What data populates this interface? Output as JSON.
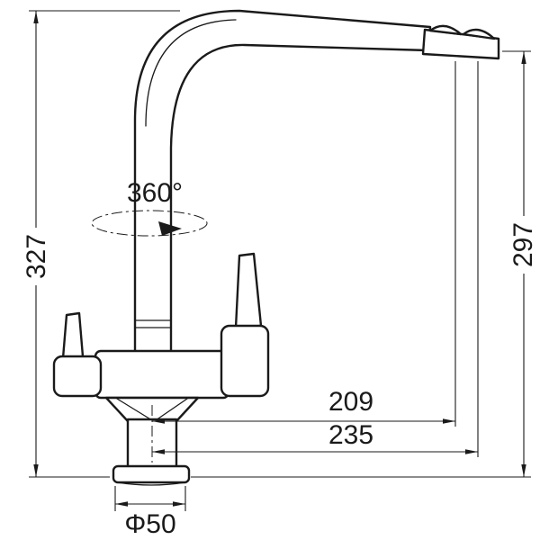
{
  "drawing": {
    "background": "#ffffff",
    "line_color": "#1a1a1a",
    "annotations": {
      "total_height": "327",
      "spout_height": "297",
      "spout_reach": "209",
      "overall_reach": "235",
      "base_diameter": "Φ50",
      "swivel_rotation": "360°"
    }
  }
}
